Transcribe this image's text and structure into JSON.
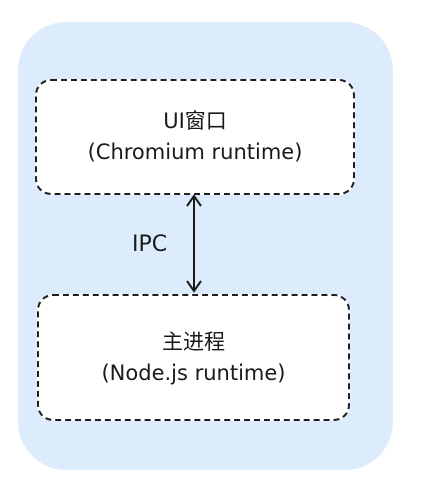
{
  "top_box": {
    "line1": "UI窗口",
    "line2": "(Chromium runtime)"
  },
  "bottom_box": {
    "line1": "主进程",
    "line2": "(Node.js runtime)"
  },
  "connector": {
    "label": "IPC"
  },
  "colors": {
    "container": "#dcecfc",
    "box_border": "#1f1f1f",
    "box_fill": "#ffffff"
  }
}
